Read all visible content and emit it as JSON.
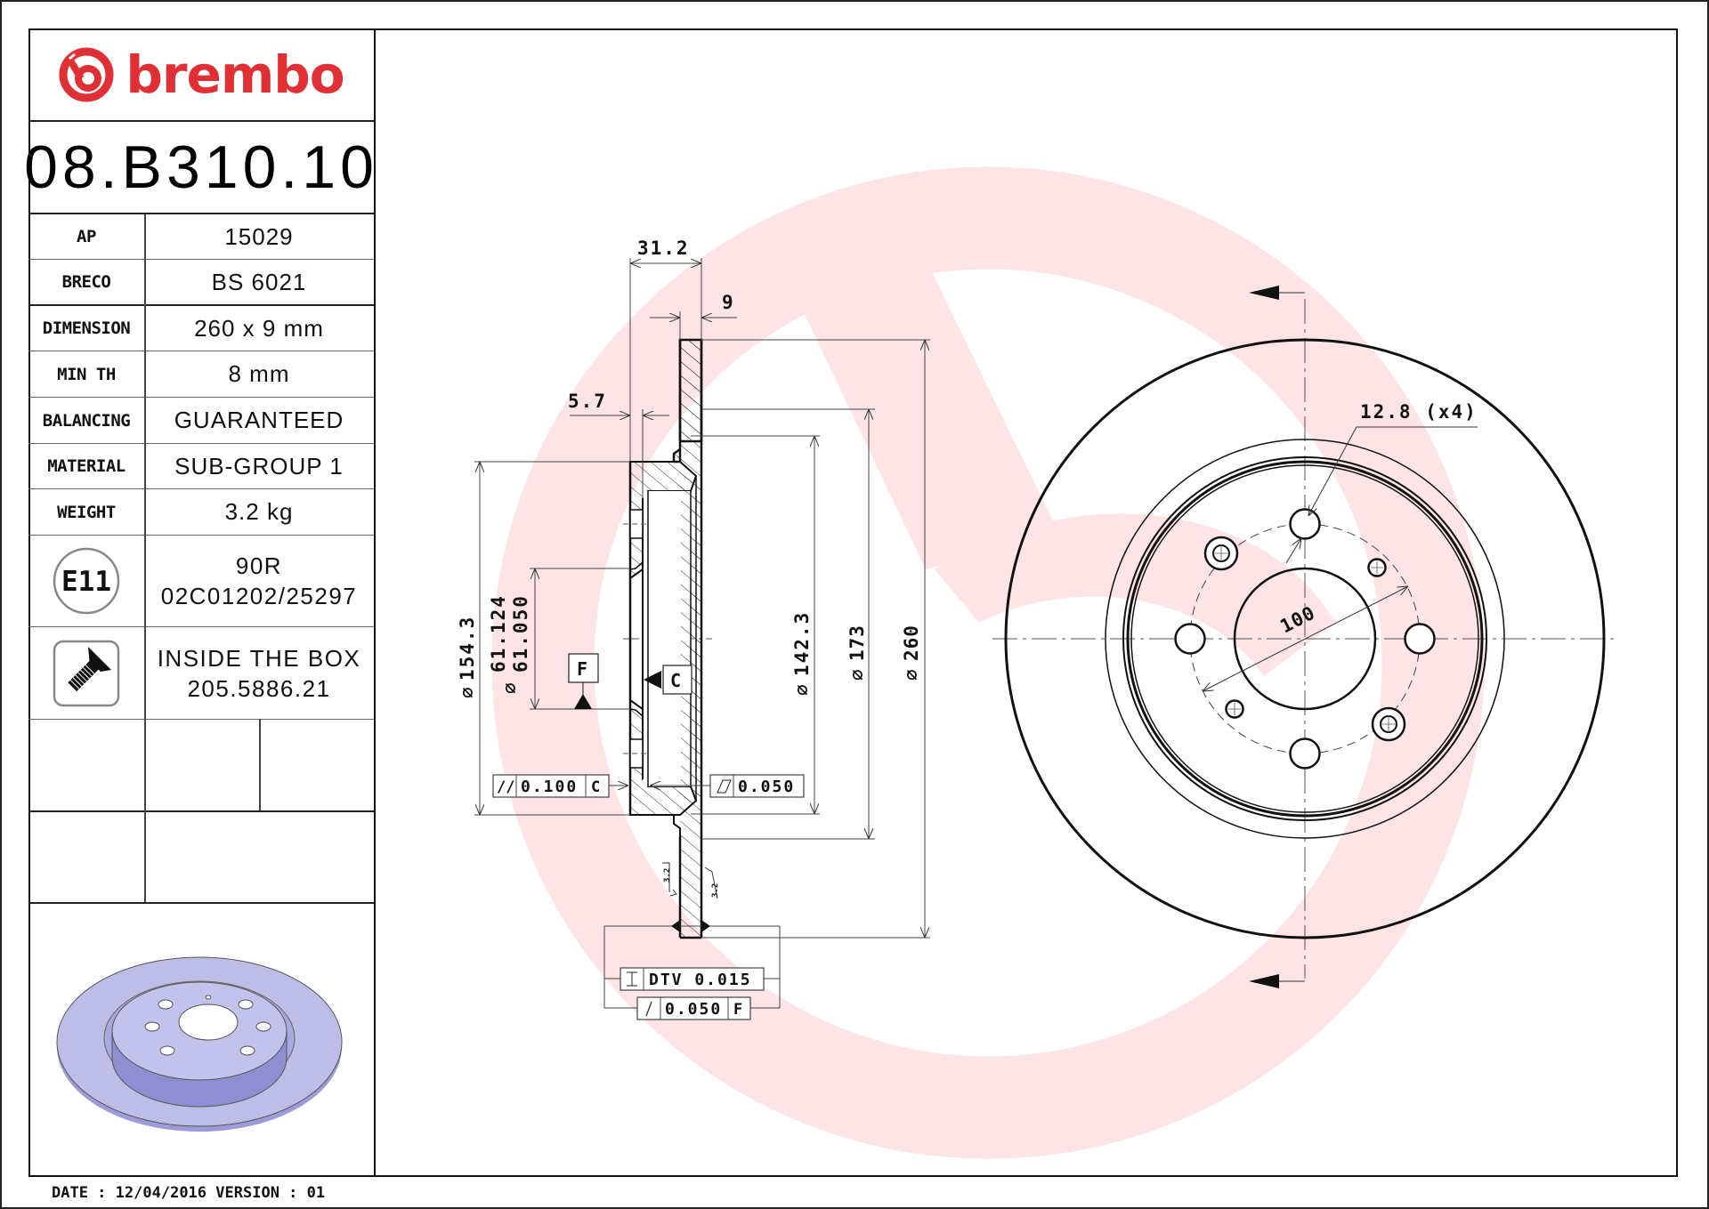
{
  "brand": {
    "name": "brembo",
    "color": "#e03036",
    "watermark_color": "#fde4e6"
  },
  "part_number": "08.B310.10",
  "specs": [
    {
      "label": "AP",
      "value": "15029"
    },
    {
      "label": "BRECO",
      "value": "BS 6021"
    },
    {
      "label": "DIMENSION",
      "value": "260 x 9 mm"
    },
    {
      "label": "MIN TH",
      "value": "8 mm"
    },
    {
      "label": "BALANCING",
      "value": "GUARANTEED"
    },
    {
      "label": "MATERIAL",
      "value": "SUB-GROUP 1"
    },
    {
      "label": "WEIGHT",
      "value": "3.2 kg"
    }
  ],
  "homologation": {
    "icon": "e11-approval-mark",
    "mark": "E11",
    "line1": "90R",
    "line2": "02C01202/25297"
  },
  "hardware": {
    "icon": "screw-icon",
    "line1": "INSIDE THE BOX",
    "line2": "205.5886.21"
  },
  "footer": {
    "date_label": "DATE :",
    "date": "12/04/2016",
    "version_label": "VERSION :",
    "version": "01"
  },
  "section_view": {
    "dim_overall_width": "31.2",
    "dim_thickness": "9",
    "dim_hat_wall": "5.7",
    "dim_d154": "154.3",
    "dim_d61_upper": "61.124",
    "dim_d61_lower": "61.050",
    "dim_d142": "142.3",
    "dim_d173": "173",
    "dim_d260": "260",
    "datum_f": "F",
    "datum_c": "C",
    "parallelism": {
      "symbol": "//",
      "value": "0.100",
      "datum": "C"
    },
    "flatness": {
      "symbol": "▱",
      "value": "0.050"
    },
    "dtv": {
      "symbol": "⌶",
      "value": "DTV 0.015"
    },
    "runout": {
      "symbol": "↗",
      "value": "0.050",
      "datum": "F"
    },
    "roughness_left": "3.2",
    "roughness_right": "3.2",
    "diameter_symbol": "⌀"
  },
  "front_view": {
    "hole_callout": "12.8 (x4)",
    "bolt_circle": "100"
  }
}
